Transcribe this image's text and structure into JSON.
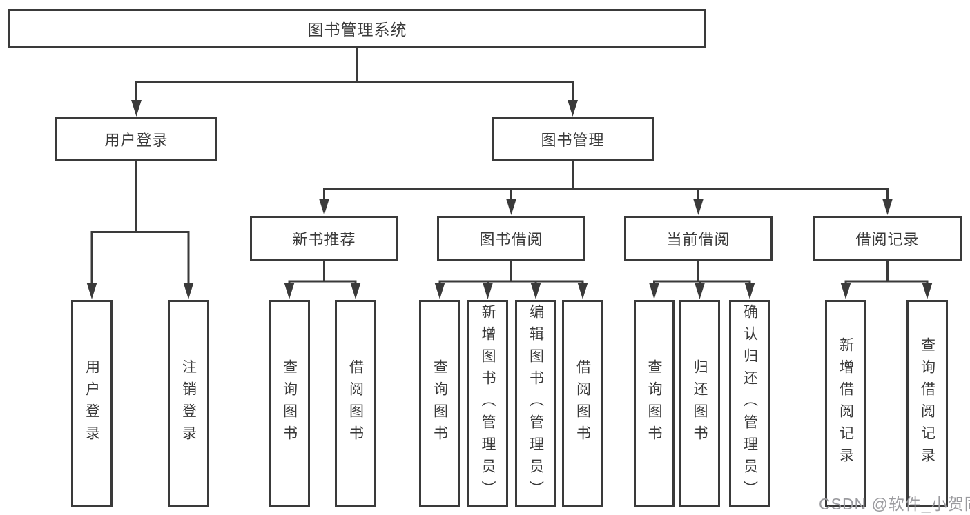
{
  "diagram": {
    "root": {
      "label": "图书管理系统"
    },
    "level2": [
      {
        "label": "用户登录"
      },
      {
        "label": "图书管理"
      }
    ],
    "level3": [
      {
        "label": "新书推荐"
      },
      {
        "label": "图书借阅"
      },
      {
        "label": "当前借阅"
      },
      {
        "label": "借阅记录"
      }
    ],
    "leaves": {
      "user_login": [
        "用户登录",
        "注销登录"
      ],
      "new_book_rec": [
        "查询图书",
        "借阅图书"
      ],
      "book_borrow": [
        "查询图书",
        "新增图书（管理员）",
        "编辑图书（管理员）",
        "借阅图书"
      ],
      "current_borrow": [
        "查询图书",
        "归还图书",
        "确认归还（管理员）"
      ],
      "borrow_record": [
        "新增借阅记录",
        "查询借阅记录"
      ]
    },
    "watermark": "CSDN @软件_小贺同学",
    "colors": {
      "line": "#3a3a3a",
      "text": "#3a3a3a",
      "watermark": "#9b9b9f",
      "background": "#ffffff"
    }
  }
}
